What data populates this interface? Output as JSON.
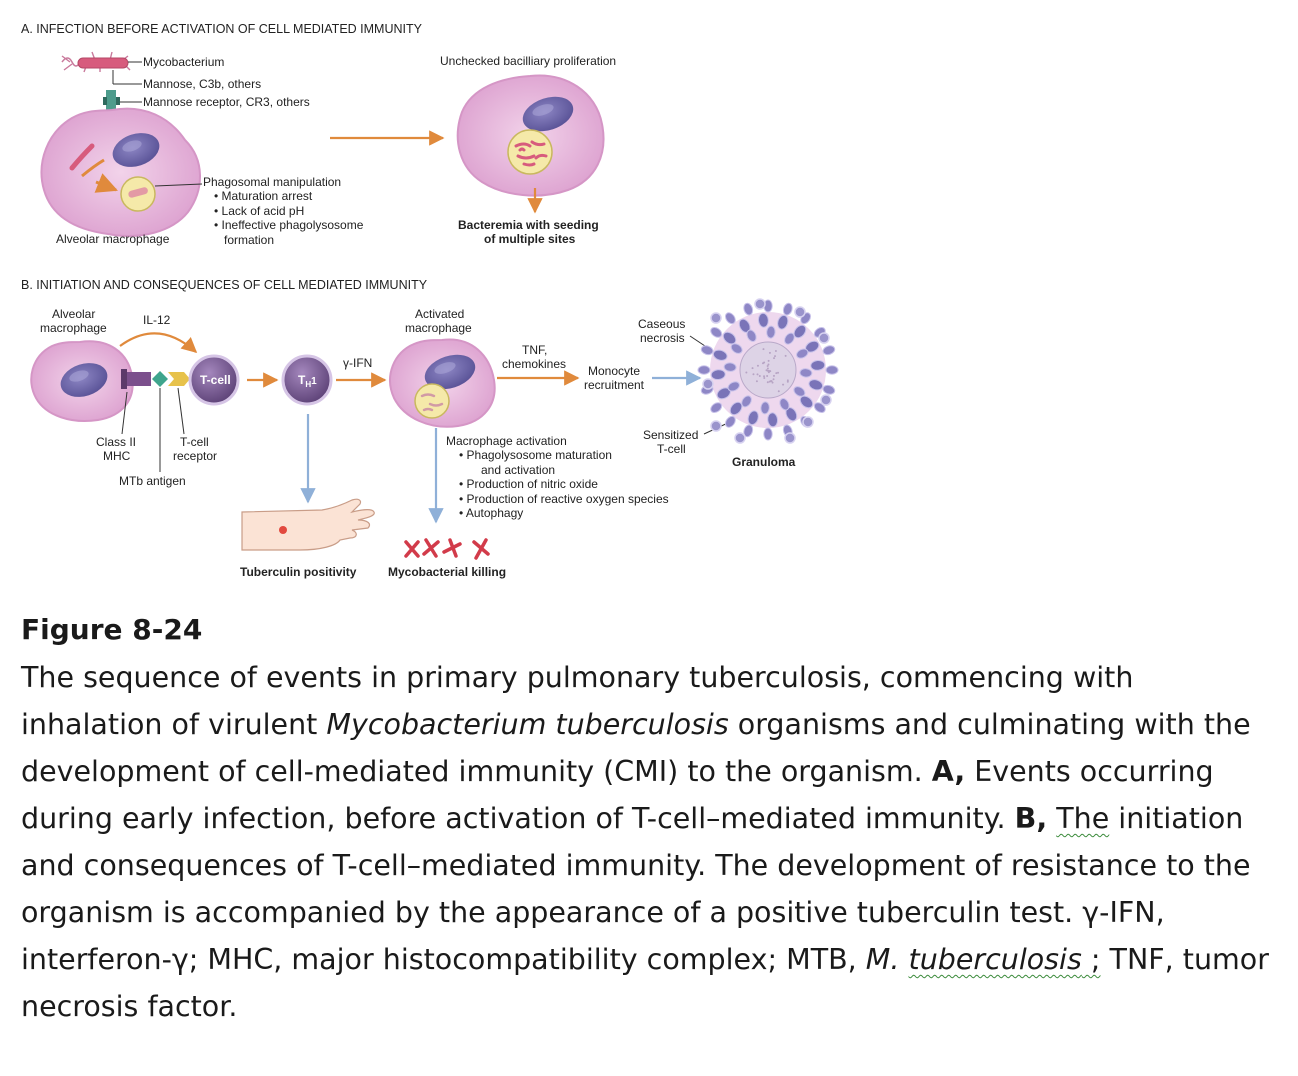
{
  "panel_a": {
    "title": "A. INFECTION BEFORE ACTIVATION OF CELL MEDIATED IMMUNITY",
    "mycobacterium": "Mycobacterium",
    "mannose_c3b": "Mannose, C3b, others",
    "mannose_receptor": "Mannose receptor, CR3, others",
    "alveolar_macrophage": "Alveolar macrophage",
    "phagosomal_manipulation": "Phagosomal manipulation",
    "bullet_maturation_arrest": "• Maturation arrest",
    "bullet_lack_acid": "• Lack of acid pH",
    "bullet_ineffective": "• Ineffective phagolysosome",
    "bullet_formation": "formation",
    "unchecked": "Unchecked bacilliary proliferation",
    "bacteremia_1": "Bacteremia with seeding",
    "bacteremia_2": "of multiple sites"
  },
  "panel_b": {
    "title": "B. INITIATION AND CONSEQUENCES OF CELL MEDIATED IMMUNITY",
    "alveolar_1": "Alveolar",
    "alveolar_2": "macrophage",
    "il12": "IL-12",
    "tcell": "T-cell",
    "th1_main": "T",
    "th1_sub": "H",
    "th1_num": "1",
    "ifn": "γ-IFN",
    "activated_1": "Activated",
    "activated_2": "macrophage",
    "tnf_1": "TNF,",
    "tnf_2": "chemokines",
    "monocyte_1": "Monocyte",
    "monocyte_2": "recruitment",
    "caseous_1": "Caseous",
    "caseous_2": "necrosis",
    "sensitized_1": "Sensitized",
    "sensitized_2": "T-cell",
    "granuloma": "Granuloma",
    "class2_1": "Class II",
    "class2_2": "MHC",
    "tcr_1": "T-cell",
    "tcr_2": "receptor",
    "mtb_antigen": "MTb antigen",
    "mac_activation": "Macrophage activation",
    "bullet_phago": "• Phagolysosome maturation",
    "bullet_phago_2": "and activation",
    "bullet_nitric": "• Production of nitric oxide",
    "bullet_ros": "• Production of reactive oxygen species",
    "bullet_autophagy": "• Autophagy",
    "tuberculin": "Tuberculin positivity",
    "killing": "Mycobacterial killing"
  },
  "caption": {
    "title": "Figure 8-24",
    "p1": "The sequence of events in primary pulmonary tuberculosis, commencing with inhalation of virulent ",
    "p1_italic": "Mycobacterium tuberculosis",
    "p2": " organisms and culminating with the development of cell-mediated immunity (CMI) to the organism. ",
    "a_label": "A,",
    "p3": " Events occurring during early infection, before activation of T-cell–mediated immunity. ",
    "b_label": "B,",
    "p4_sq": "The",
    "p4": " initiation and consequences of T-cell–mediated immunity. The development of resistance to the organism is accompanied by the appearance of a positive tuberculin test. γ-IFN, interferon-γ; MHC, major histocompatibility complex; MTB, ",
    "p5_i1": "M. ",
    "p5_i2": "tuberculosis",
    "p5_sq": " ;",
    "p6": " TNF, tumor necrosis factor."
  },
  "colors": {
    "cell_fill": "#e7b6dc",
    "cell_edge": "#d596c6",
    "nucleus": "#6f68ad",
    "arrow_orange": "#e08a3c",
    "arrow_blue": "#8fb0d8",
    "tcell": "#7a5a95",
    "bacterium": "#d75b7d"
  }
}
